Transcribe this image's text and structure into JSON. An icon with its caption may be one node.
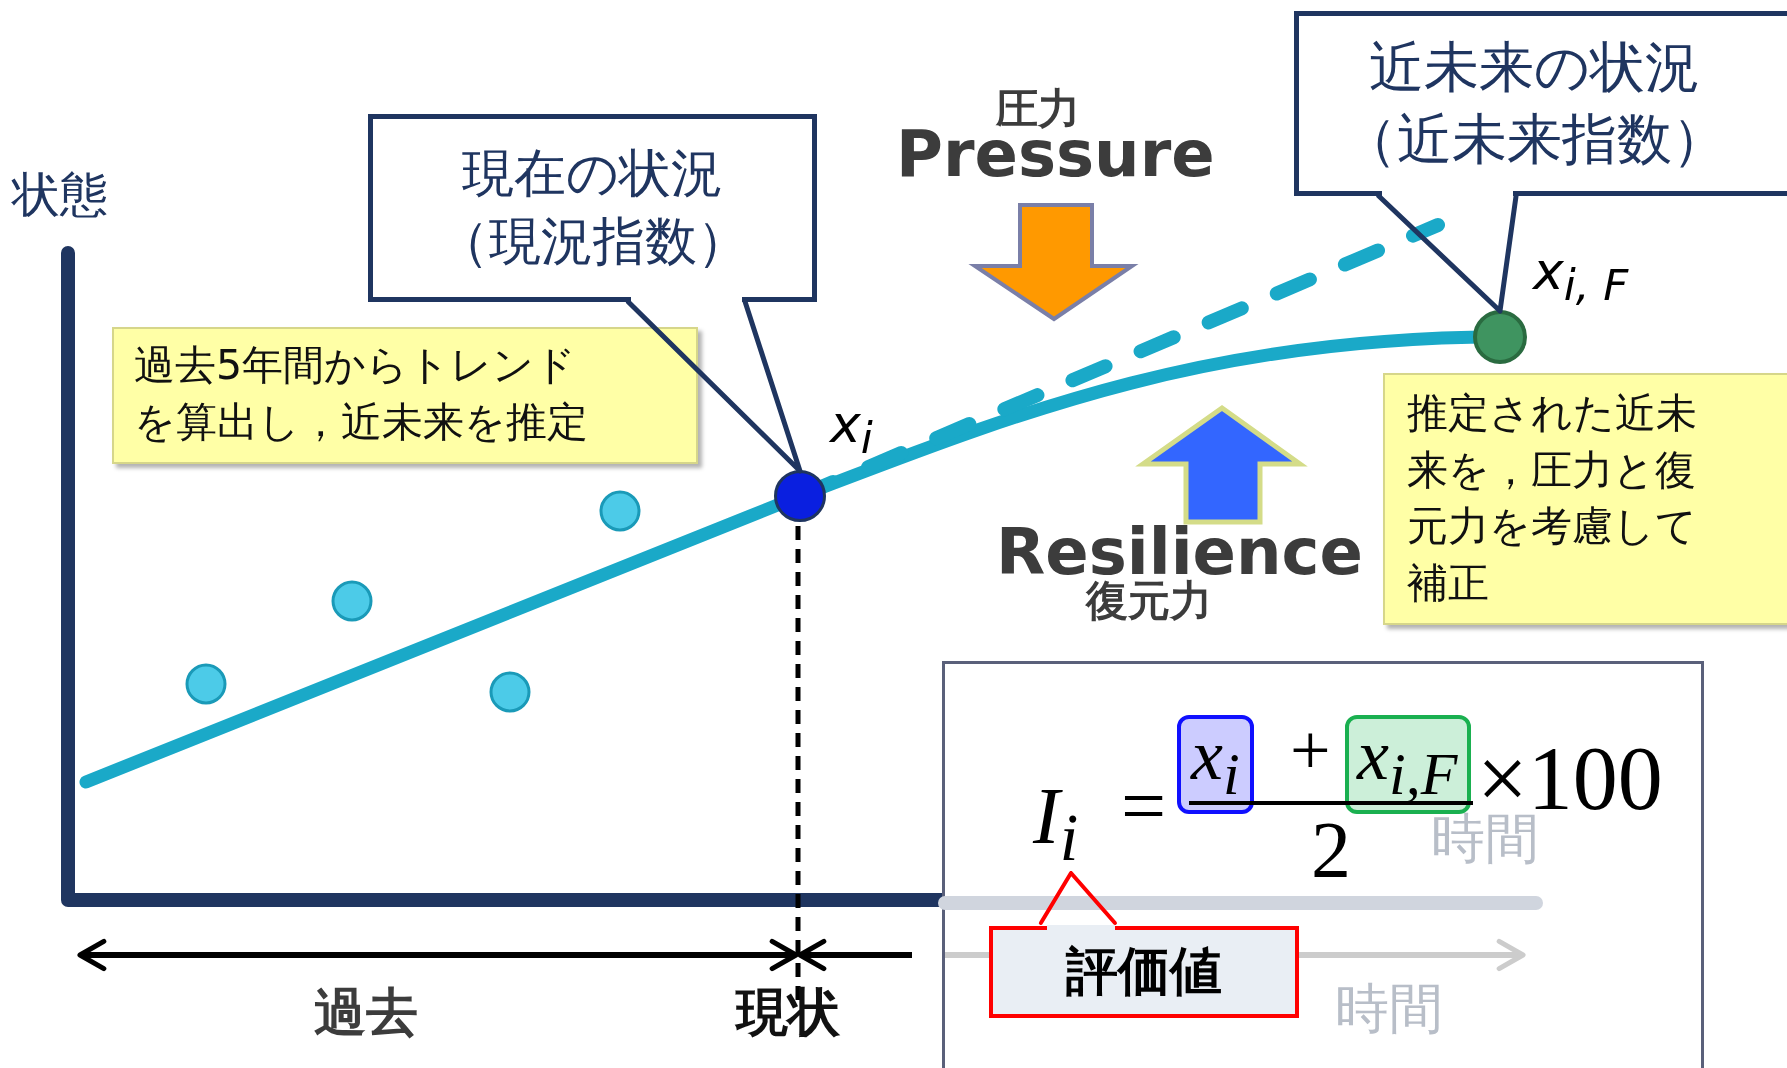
{
  "diagram": {
    "nodes": [
      {
        "text": [
          "現在の状況（現況指数）"
        ]
      },
      {
        "text": [
          "近未来の状況（近未来指数）"
        ]
      },
      {
        "text": [
          "過去5年間からトレンドを算出し，近未来を推定"
        ]
      },
      {
        "text": [],
        "shape": "circle",
        "beside": [
          "x$_{i}$"
        ]
      },
      {
        "text": [],
        "shape": "circle",
        "beside": [
          "x$_{i, F}$"
        ]
      },
      {
        "text": [
          "推定された近未来を，圧力と復元力を考慮して補正"
        ]
      },
      {
        "text": [],
        "shape": "box"
      },
      {
        "text": [
          "I$_{i}$"
        ],
        "in": 6
      },
      {
        "text": [
          "評価値"
        ],
        "in": 6
      }
    ],
    "edges": [
      {
        "from": 0,
        "to": 3,
        "arrow": "none"
      },
      {
        "from": 1,
        "to": 4,
        "arrow": "none"
      },
      {
        "from": 8,
        "to": 7,
        "arrow": "none",
        "color": "#ff0000"
      }
    ],
    "labels": [
      "状態",
      "圧力",
      "Pressure",
      "Resilience",
      "復元力",
      "=",
      "x$_{i}$",
      "+",
      "x$_{i,F}$",
      "2",
      "×100",
      "時間",
      "過去",
      "現状",
      "時間"
    ]
  }
}
